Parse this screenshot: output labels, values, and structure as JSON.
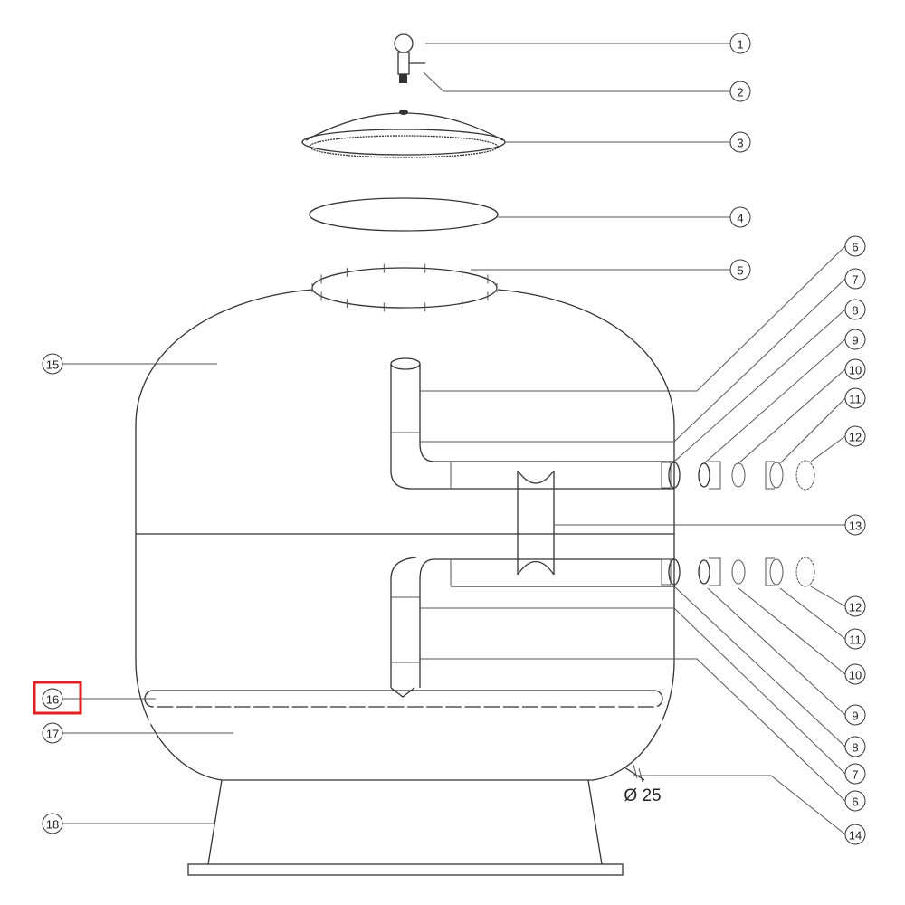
{
  "diagram": {
    "callouts": [
      {
        "id": "c1",
        "number": "1"
      },
      {
        "id": "c2",
        "number": "2"
      },
      {
        "id": "c3",
        "number": "3"
      },
      {
        "id": "c4",
        "number": "4"
      },
      {
        "id": "c5",
        "number": "5"
      },
      {
        "id": "c6a",
        "number": "6"
      },
      {
        "id": "c7a",
        "number": "7"
      },
      {
        "id": "c8a",
        "number": "8"
      },
      {
        "id": "c9a",
        "number": "9"
      },
      {
        "id": "c10a",
        "number": "10"
      },
      {
        "id": "c11a",
        "number": "11"
      },
      {
        "id": "c12a",
        "number": "12"
      },
      {
        "id": "c13",
        "number": "13"
      },
      {
        "id": "c12b",
        "number": "12"
      },
      {
        "id": "c11b",
        "number": "11"
      },
      {
        "id": "c10b",
        "number": "10"
      },
      {
        "id": "c9b",
        "number": "9"
      },
      {
        "id": "c8b",
        "number": "8"
      },
      {
        "id": "c7b",
        "number": "7"
      },
      {
        "id": "c6b",
        "number": "6"
      },
      {
        "id": "c14",
        "number": "14"
      },
      {
        "id": "c15",
        "number": "15"
      },
      {
        "id": "c16",
        "number": "16"
      },
      {
        "id": "c17",
        "number": "17"
      },
      {
        "id": "c18",
        "number": "18"
      }
    ],
    "drain_dimension": "Ø 25",
    "highlighted_callout": "16",
    "highlight_color": "#e02020"
  }
}
